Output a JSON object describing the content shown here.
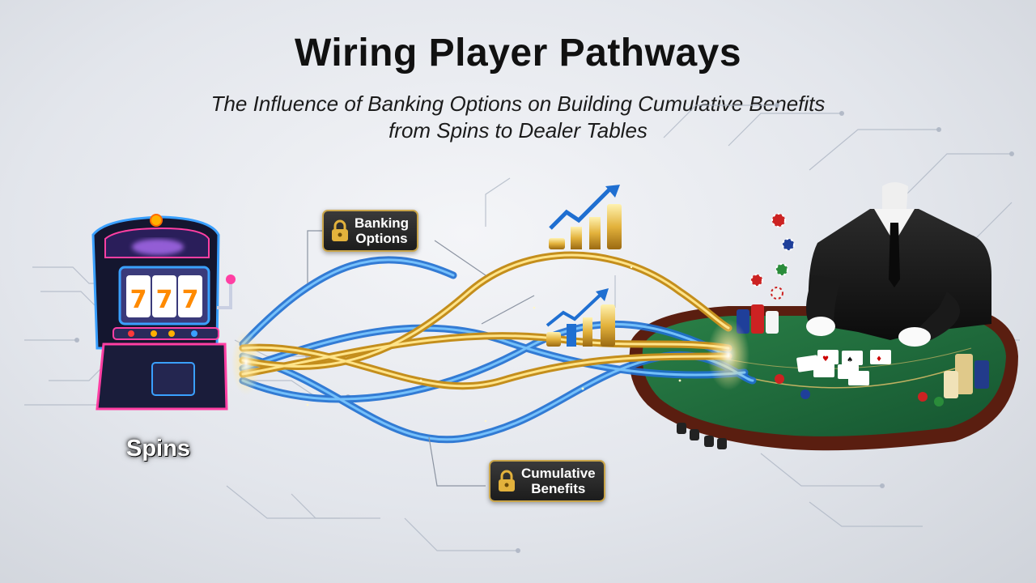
{
  "header": {
    "title": "Wiring Player Pathways",
    "subtitle_line1": "The Influence of Banking Options on Building Cumulative Benefits",
    "subtitle_line2": "from Spins to Dealer Tables"
  },
  "labels": {
    "banking_options_line1": "Banking",
    "banking_options_line2": "Options",
    "cumulative_benefits_line1": "Cumulative",
    "cumulative_benefits_line2": "Benefits",
    "spins": "Spins"
  },
  "slot_machine": {
    "reels": [
      "7",
      "7",
      "7"
    ]
  },
  "icons": [
    "lock-icon",
    "growth-chart-icon",
    "slot-machine-icon",
    "dealer-figure",
    "blackjack-table",
    "casino-chips"
  ],
  "colors": {
    "gold_cable": "#e3b23c",
    "blue_cable": "#2d8ce8",
    "felt": "#1f6b3a",
    "table_rim": "#5a1e10",
    "neon_pink": "#ff3fa3",
    "neon_blue": "#3aa0ff"
  }
}
